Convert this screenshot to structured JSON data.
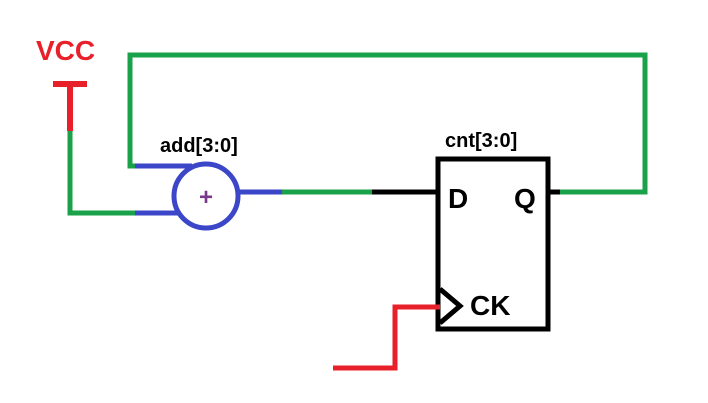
{
  "vcc": {
    "label": "VCC"
  },
  "adder": {
    "label": "add[3:0]",
    "symbol": "+"
  },
  "register": {
    "label": "cnt[3:0]",
    "d_pin": "D",
    "q_pin": "Q",
    "ck_pin": "CK"
  },
  "colors": {
    "power": "#e8202a",
    "feedback": "#1aa24a",
    "adder": "#3b46c8",
    "plus": "#7a3a8c",
    "wire": "#000000",
    "clock": "#e8202a",
    "background": "#ffffff"
  }
}
